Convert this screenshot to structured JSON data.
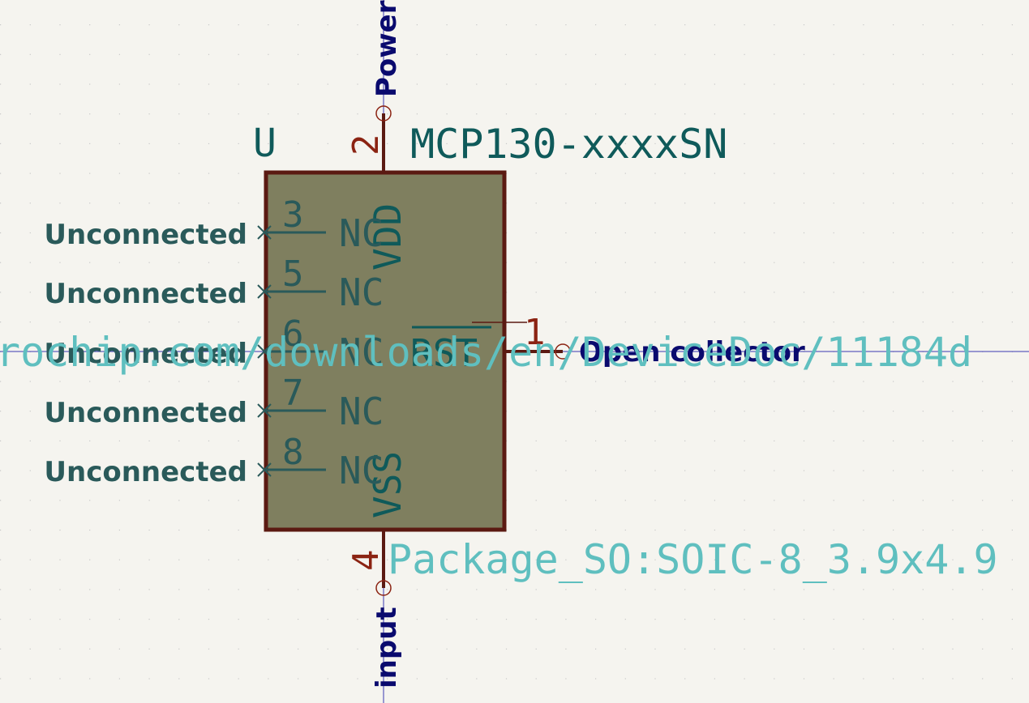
{
  "colors": {
    "background": "#f5f4ef",
    "grid_dot": "#c8c8c8",
    "body_fill": "#7f7f5f",
    "body_stroke": "#5b1a12",
    "pin_line": "#5b1a12",
    "pin_number": "#8b2312",
    "pin_name": "#0f5a5a",
    "net_label": "#0a0a6e",
    "ref_value": "#0f5a5a",
    "field_light": "#5fbfbf",
    "unconnected_label": "#2a5a5a",
    "wire": "#3a3ab0"
  },
  "component": {
    "reference": "U",
    "value": "MCP130-xxxxSN",
    "footprint": "Package_SO:SOIC-8_3.9x4.9",
    "datasheet": "rochip.com/downloads/en/DeviceDoc/11184d"
  },
  "pins": {
    "vdd": {
      "number": "2",
      "name": "VDD",
      "type_label": "Power"
    },
    "vss": {
      "number": "4",
      "name": "VSS",
      "type_label": "input"
    },
    "rst": {
      "number": "1",
      "name": "RST",
      "type_label": "Open collector"
    },
    "nc3": {
      "number": "3",
      "name": "NC",
      "type_label": "Unconnected"
    },
    "nc5": {
      "number": "5",
      "name": "NC",
      "type_label": "Unconnected"
    },
    "nc6": {
      "number": "6",
      "name": "NC",
      "type_label": "Unconnected"
    },
    "nc7": {
      "number": "7",
      "name": "NC",
      "type_label": "Unconnected"
    },
    "nc8": {
      "number": "8",
      "name": "NC",
      "type_label": "Unconnected"
    }
  }
}
